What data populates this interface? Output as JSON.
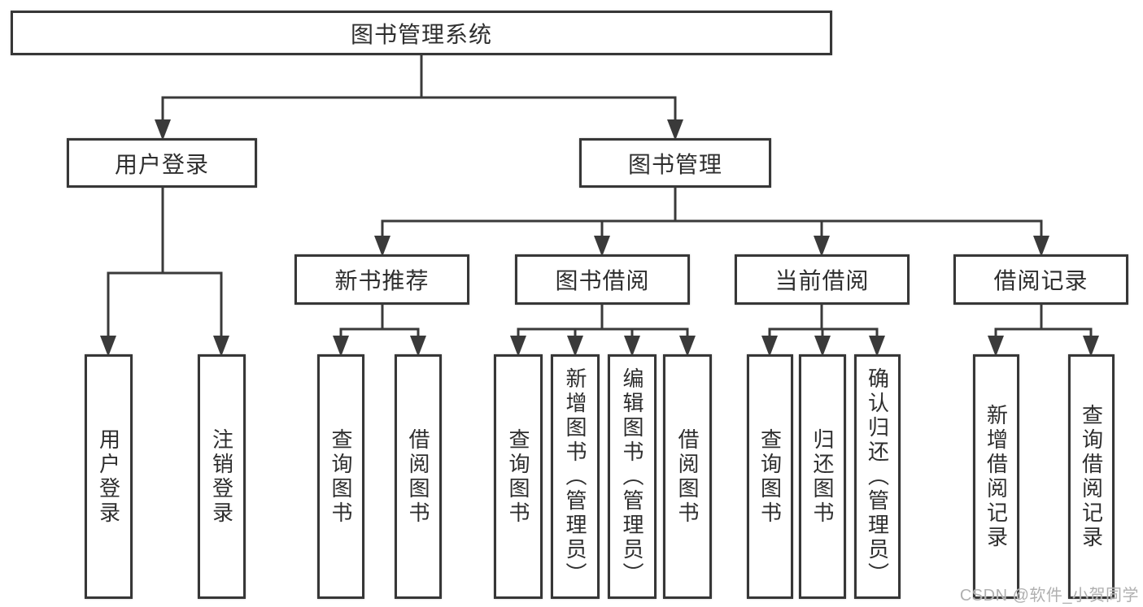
{
  "diagram": {
    "root": {
      "label": "图书管理系统"
    },
    "branches": [
      {
        "label": "用户登录",
        "children": [
          {
            "label": "用户登录"
          },
          {
            "label": "注销登录"
          }
        ]
      },
      {
        "label": "图书管理",
        "children": [
          {
            "label": "新书推荐",
            "children": [
              {
                "label": "查询图书"
              },
              {
                "label": "借阅图书"
              }
            ]
          },
          {
            "label": "图书借阅",
            "children": [
              {
                "label": "查询图书"
              },
              {
                "label": "新增图书（管理员）"
              },
              {
                "label": "编辑图书（管理员）"
              },
              {
                "label": "借阅图书"
              }
            ]
          },
          {
            "label": "当前借阅",
            "children": [
              {
                "label": "查询图书"
              },
              {
                "label": "归还图书"
              },
              {
                "label": "确认归还（管理员）"
              }
            ]
          },
          {
            "label": "借阅记录",
            "children": [
              {
                "label": "新增借阅记录"
              },
              {
                "label": "查询借阅记录"
              }
            ]
          }
        ]
      }
    ]
  },
  "watermark": {
    "text": "CSDN @软件_小贺同学"
  },
  "colors": {
    "line": "#3a3a3a",
    "box_border": "#373737",
    "text": "#2e2e2e",
    "watermark": "#b0b0b0",
    "background": "#ffffff"
  }
}
